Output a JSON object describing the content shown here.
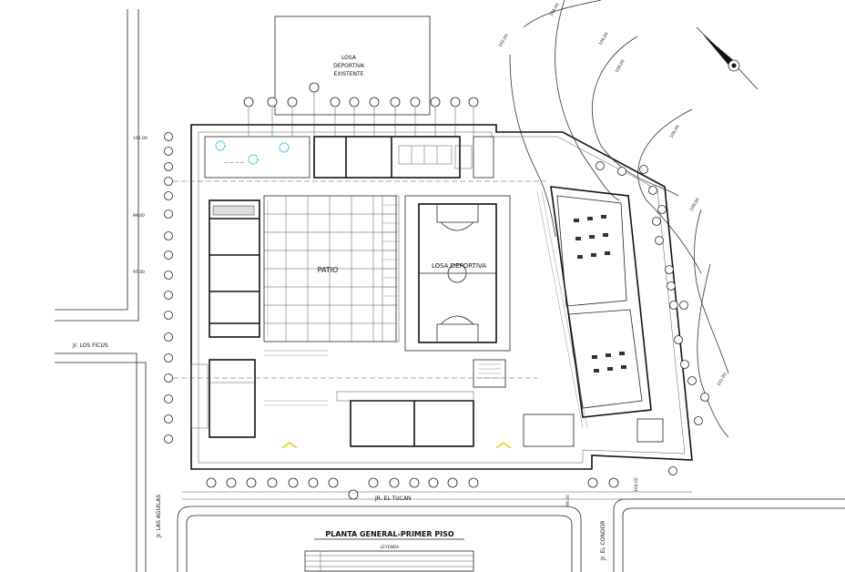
{
  "drawing": {
    "title": "PLANTA GENERAL-PRIMER PISO",
    "legend_title": "LEYENDA",
    "existing_court": [
      "LOSA",
      "DEPORTIVA",
      "EXISTENTE"
    ],
    "patio_label": "PATIO",
    "court_label": "LOSA DEPORTIVA"
  },
  "streets": {
    "left_top": "Jr. LOS FICUS",
    "left_vertical": "Jr. LAS AGUILAS",
    "bottom": "JR. EL TUCAN",
    "right_vertical": "Jr. EL CONDOR"
  },
  "levels": [
    "101.00",
    "99.00",
    "97.00",
    "102.00",
    "104.00",
    "106.00",
    "108.00",
    "106.00",
    "108.00",
    "101.00",
    "99.00",
    "104.00"
  ],
  "colors": {
    "line": "#111111",
    "tree": "#37c8e0",
    "entry": "#e0d000"
  }
}
